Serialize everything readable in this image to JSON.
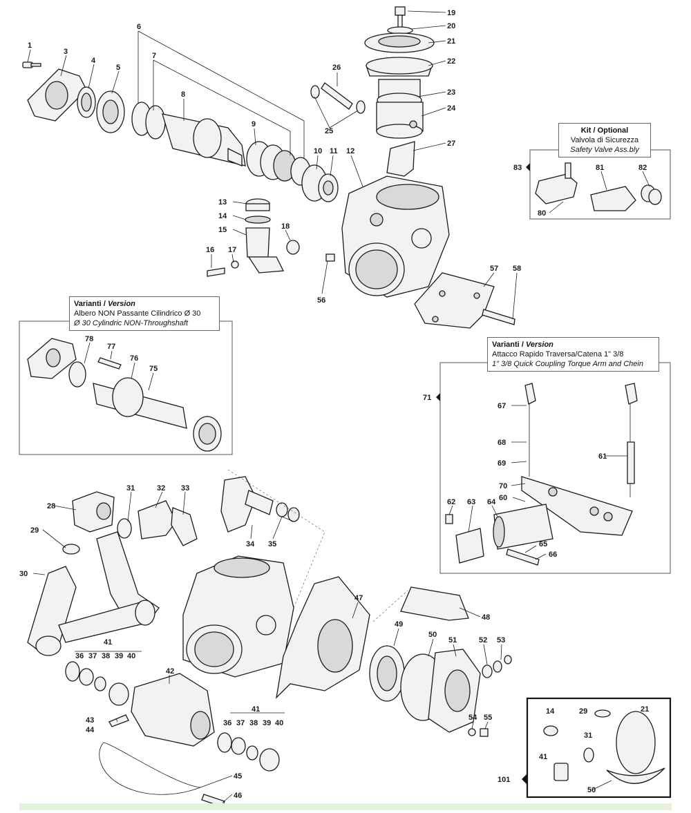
{
  "captions": {
    "kit_optional": {
      "title": "Kit / Optional",
      "line1": "Valvola di Sicurezza",
      "line2": "Safety Valve Ass.bly"
    },
    "variant_shaft": {
      "title_a": "Varianti",
      "title_sep": "/",
      "title_b": "Version",
      "line1": "Albero NON Passante Cilindrico Ø 30",
      "line2": "Ø 30 Cylindric NON-Throughshaft"
    },
    "variant_coupling": {
      "title_a": "Varianti",
      "title_sep": "/",
      "title_b": "Version",
      "line1": "Attacco Rapido Traversa/Catena 1\" 3/8",
      "line2": "1\" 3/8 Quick Coupling Torque Arm and Chein"
    }
  },
  "part_numbers": {
    "p1": "1",
    "p3": "3",
    "p4": "4",
    "p5": "5",
    "p6": "6",
    "p7": "7",
    "p8": "8",
    "p9": "9",
    "p10": "10",
    "p11": "11",
    "p12": "12",
    "p13": "13",
    "p14": "14",
    "p15": "15",
    "p16": "16",
    "p17": "17",
    "p18": "18",
    "p19": "19",
    "p20": "20",
    "p21": "21",
    "p22": "22",
    "p23": "23",
    "p24": "24",
    "p25": "25",
    "p26": "26",
    "p27": "27",
    "p28": "28",
    "p29": "29",
    "p30": "30",
    "p31": "31",
    "p32": "32",
    "p33": "33",
    "p34": "34",
    "p35": "35",
    "p36": "36",
    "p37": "37",
    "p38": "38",
    "p39": "39",
    "p40": "40",
    "p41": "41",
    "p42": "42",
    "p43": "43",
    "p44": "44",
    "p45": "45",
    "p46": "46",
    "p47": "47",
    "p48": "48",
    "p49": "49",
    "p50": "50",
    "p51": "51",
    "p52": "52",
    "p53": "53",
    "p54": "54",
    "p55": "55",
    "p56": "56",
    "p57": "57",
    "p58": "58",
    "p60": "60",
    "p61": "61",
    "p62": "62",
    "p63": "63",
    "p64": "64",
    "p65": "65",
    "p66": "66",
    "p67": "67",
    "p68": "68",
    "p69": "69",
    "p70": "70",
    "p71": "71",
    "p75": "75",
    "p76": "76",
    "p77": "77",
    "p78": "78",
    "p80": "80",
    "p81": "81",
    "p82": "82",
    "p83": "83",
    "p101": "101",
    "k14": "14",
    "k21": "21",
    "k29": "29",
    "k31": "31",
    "k41": "41",
    "k50": "50"
  },
  "colors": {
    "line": "#1a1a1a",
    "footer": "#e4f2d9"
  }
}
